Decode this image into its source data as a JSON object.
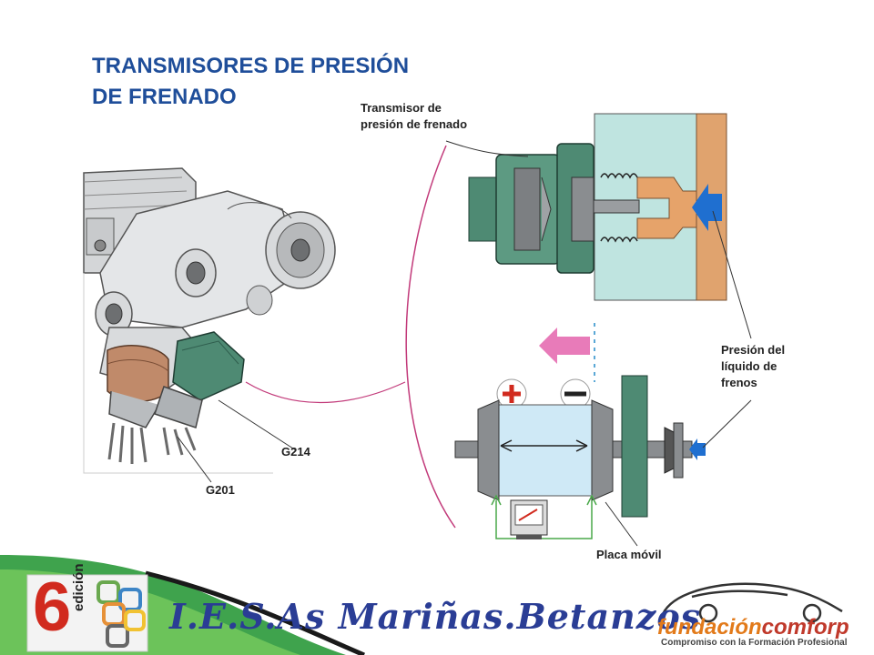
{
  "title": {
    "line1": "TRANSMISORES DE PRESIÓN",
    "line2": "DE FRENADO"
  },
  "labels": {
    "transmisor": [
      "Transmisor de",
      "presión de frenado"
    ],
    "presion": [
      "Presión del",
      "líquido de",
      "frenos"
    ],
    "g214": "G214",
    "g201": "G201",
    "placa": "Placa móvil"
  },
  "footer": {
    "school": "I.E.S.As Mariñas.Betanzos",
    "edition_number": "6",
    "edition_word": "edición",
    "brand_prefix": "fundación",
    "brand_suffix": "comforp",
    "tagline": "Compromiso con la Formación Profesional"
  },
  "colors": {
    "title": "#1f4e9a",
    "sensor_green": "#4e8a73",
    "copper": "#c08a6a",
    "light_cyan": "#bfe4e0",
    "fluid_orange": "#e6a36a",
    "arrow_blue": "#1f6fd0",
    "arrow_pink": "#e25aa8"
  }
}
